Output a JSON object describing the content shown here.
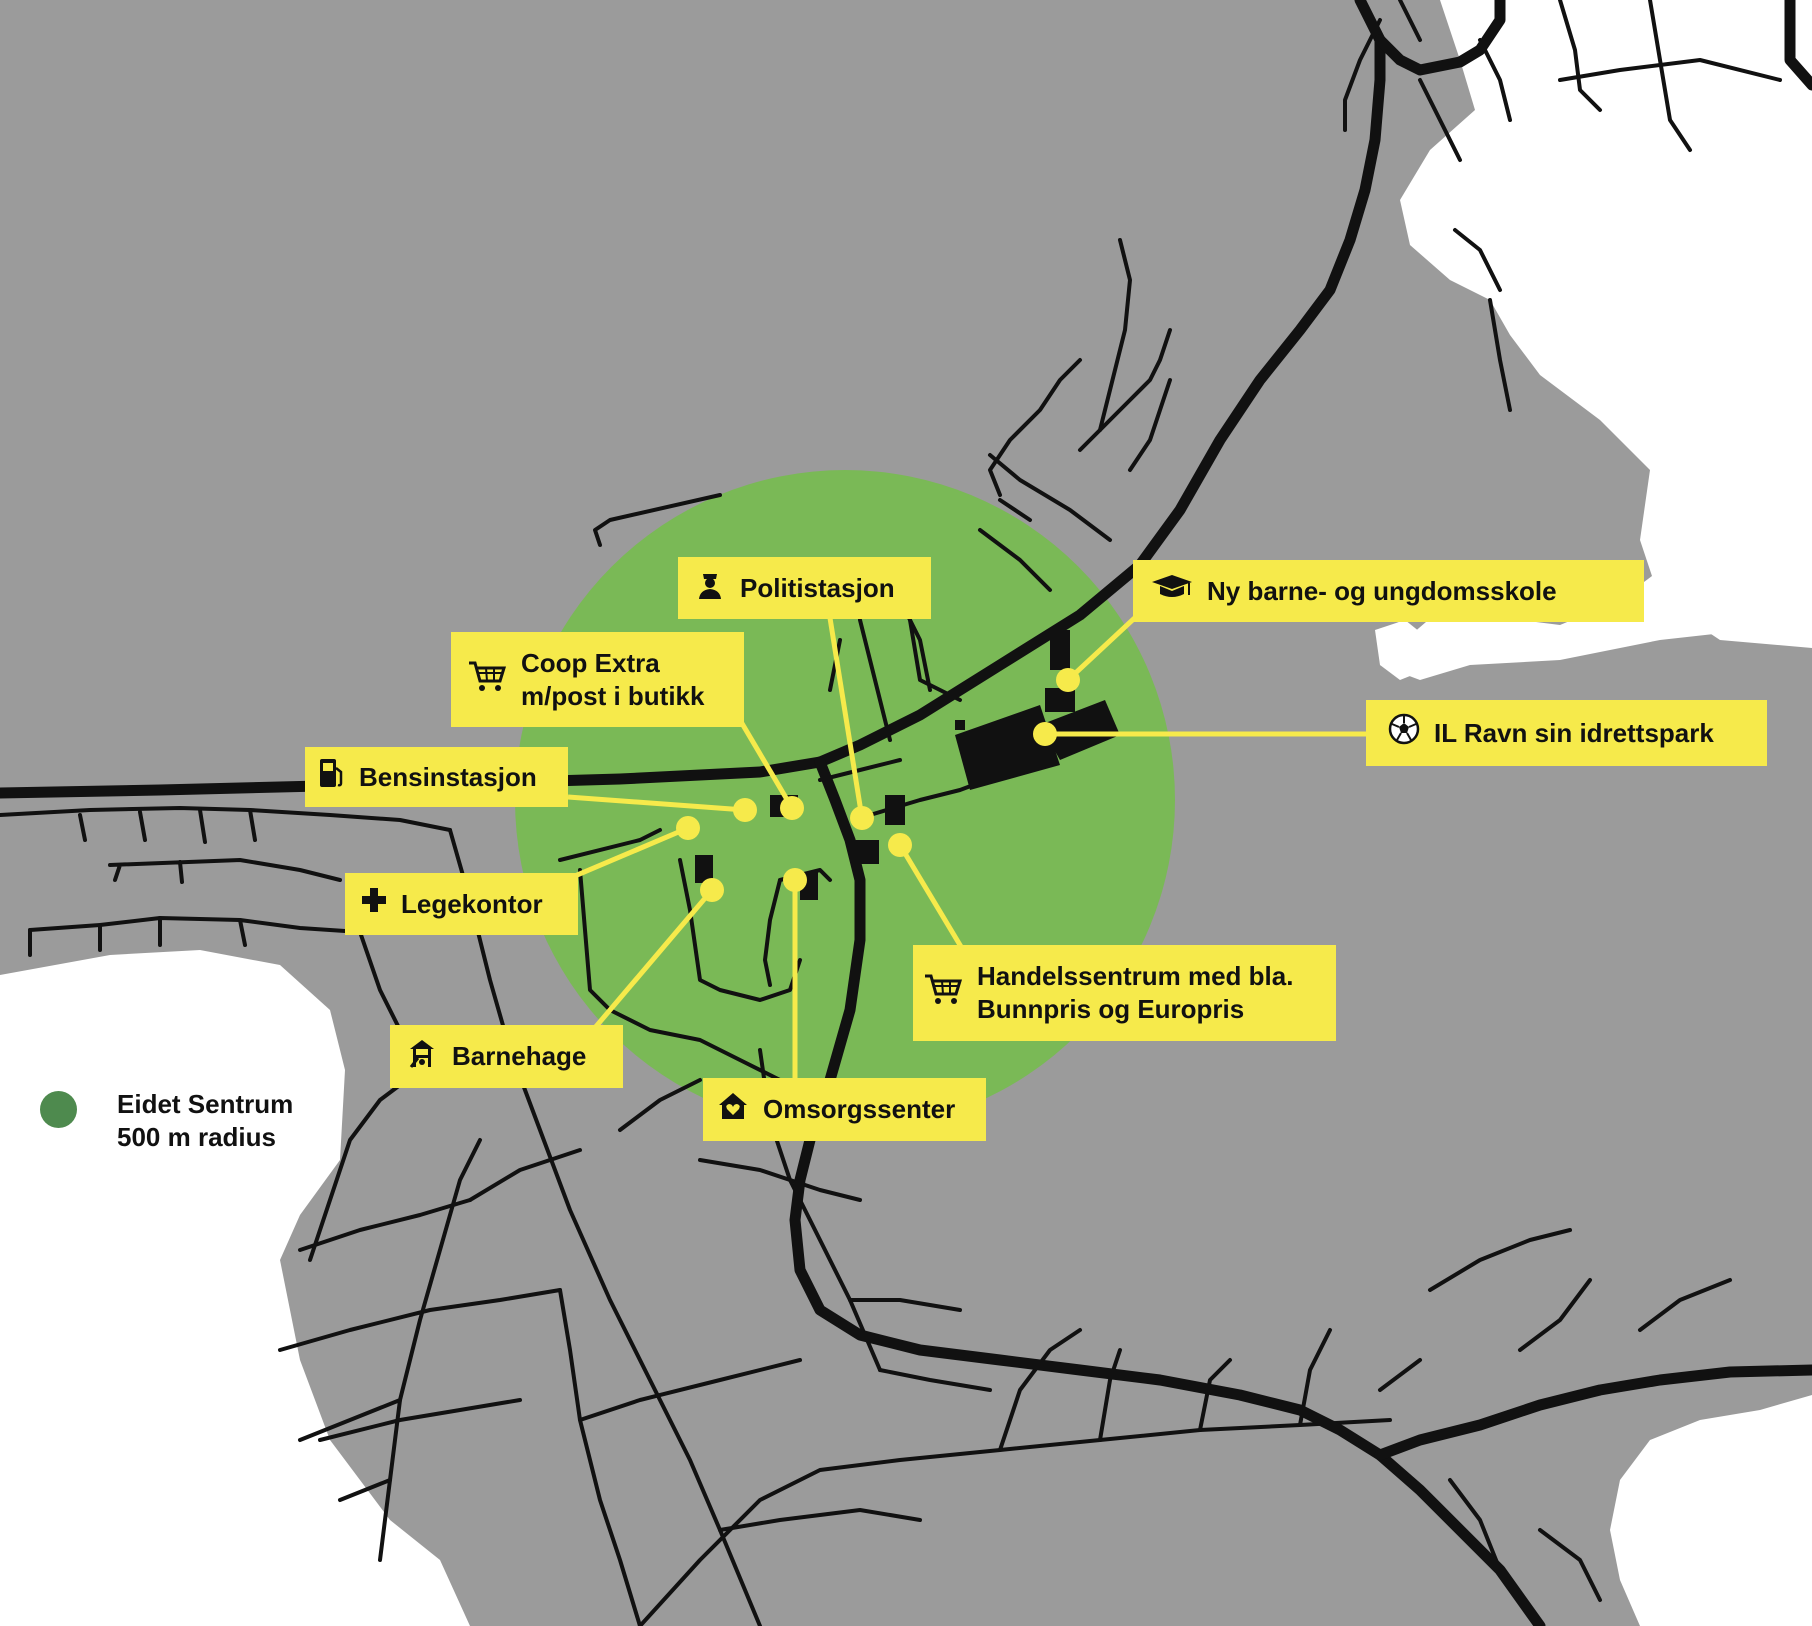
{
  "map": {
    "colors": {
      "land": "#9b9b9b",
      "water": "#ffffff",
      "radius_fill": "#7ab956",
      "road": "#111111",
      "label_bg": "#f6ea4b",
      "leader": "#f6ea4b",
      "legend_dot": "#4e8a4e"
    }
  },
  "pois": [
    {
      "id": "politistasjon",
      "icon": "police-officer-icon",
      "lines": [
        "Politistasjon"
      ]
    },
    {
      "id": "coop",
      "icon": "shopping-cart-icon",
      "lines": [
        "Coop Extra",
        "m/post i butikk"
      ]
    },
    {
      "id": "bensin",
      "icon": "fuel-pump-icon",
      "lines": [
        "Bensinstasjon"
      ]
    },
    {
      "id": "lege",
      "icon": "medical-cross-icon",
      "lines": [
        "Legekontor"
      ]
    },
    {
      "id": "barnehage",
      "icon": "playground-icon",
      "lines": [
        "Barnehage"
      ]
    },
    {
      "id": "omsorg",
      "icon": "home-heart-icon",
      "lines": [
        "Omsorgssenter"
      ]
    },
    {
      "id": "handel",
      "icon": "shopping-cart-icon",
      "lines": [
        "Handelssentrum med bla.",
        "Bunnpris og Europris"
      ]
    },
    {
      "id": "skole",
      "icon": "graduation-cap-icon",
      "lines": [
        "Ny barne- og ungdomsskole"
      ]
    },
    {
      "id": "idrett",
      "icon": "soccer-ball-icon",
      "lines": [
        "IL Ravn sin idrettspark"
      ]
    }
  ],
  "legend": {
    "lines": [
      "Eidet Sentrum",
      "500 m radius"
    ]
  }
}
